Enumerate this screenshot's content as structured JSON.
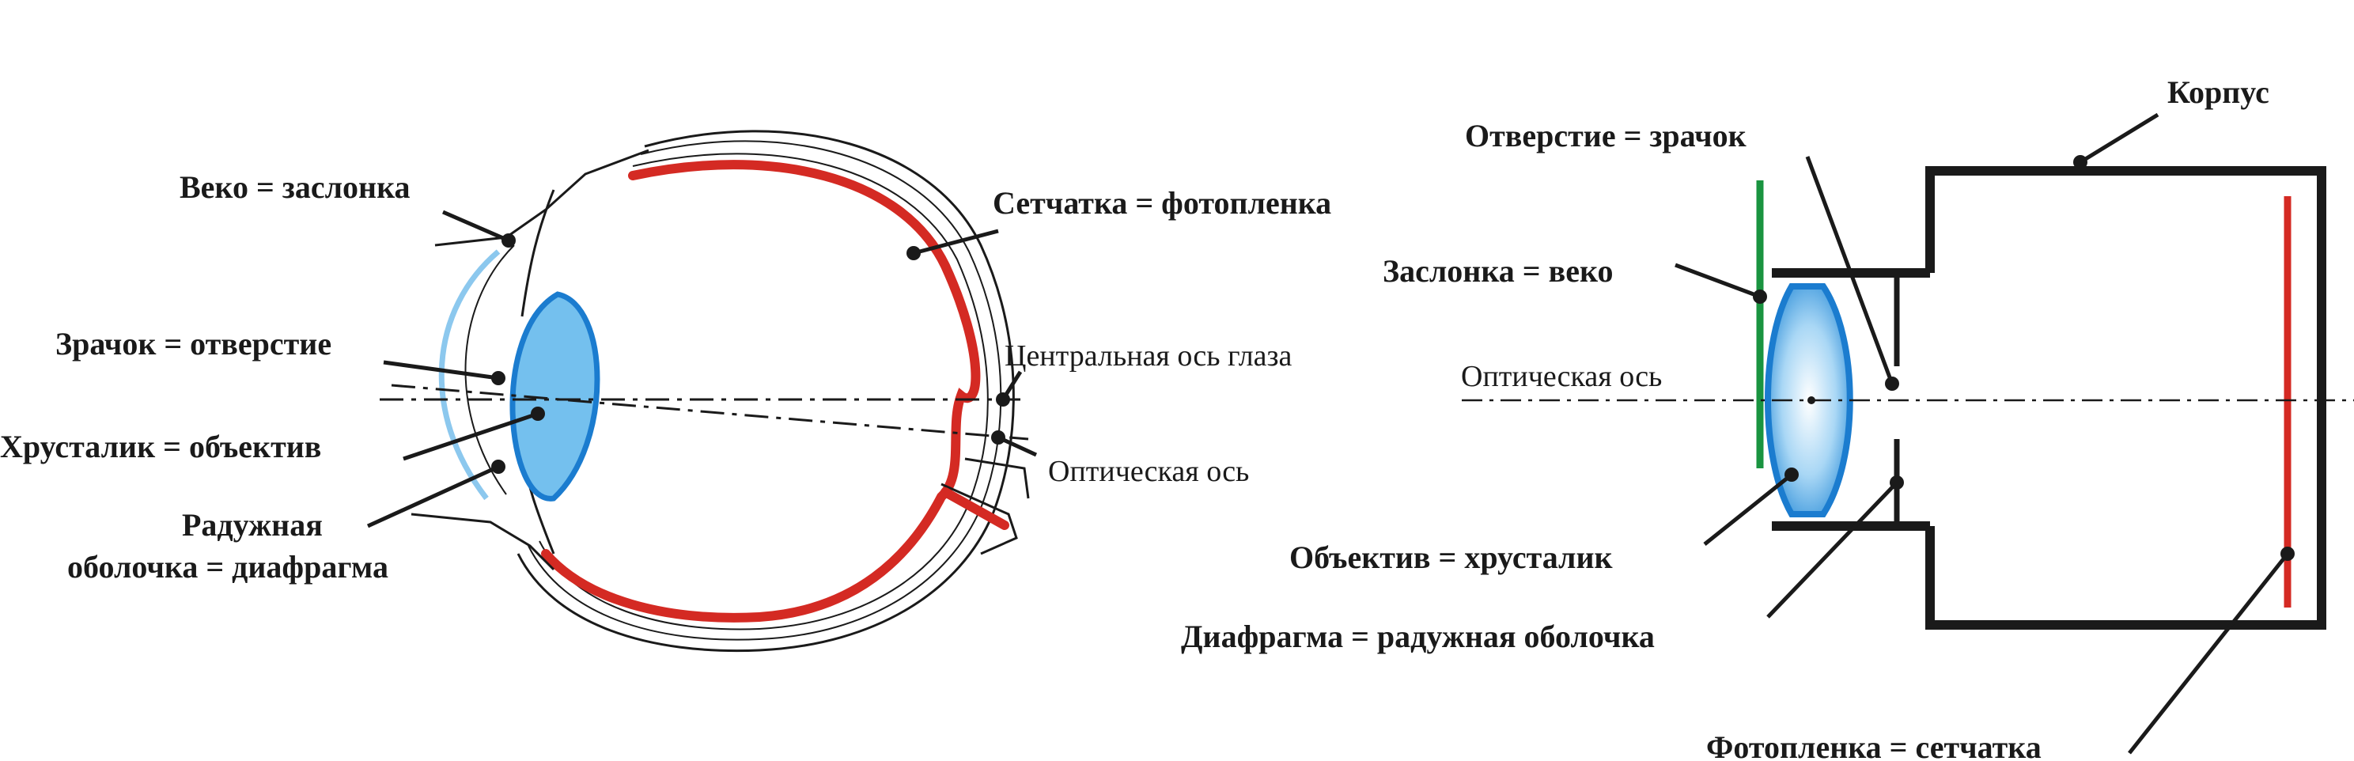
{
  "eye": {
    "labels": {
      "eyelid": "Веко = заслонка",
      "pupil": "Зрачок = отверстие",
      "lens": "Хрусталик = объектив",
      "iris_line1": "Радужная",
      "iris_line2": "оболочка = диафрагма",
      "retina": "Сетчатка = фотопленка",
      "central_axis": "Центральная ось глаза",
      "optical_axis": "Оптическая ось"
    }
  },
  "camera": {
    "labels": {
      "body": "Корпус",
      "aperture": "Отверстие = зрачок",
      "shutter": "Заслонка = веко",
      "optical_axis": "Оптическая ось",
      "objective": "Объектив = хрусталик",
      "diaphragm": "Диафрагма = радужная оболочка",
      "film": "Фотопленка = сетчатка"
    }
  },
  "colors": {
    "retina": "#d42a23",
    "lens_fill": "#74c0ee",
    "lens_stroke": "#1b7ccf",
    "cornea": "#8cc8ee",
    "shutter": "#1a9440",
    "outline": "#1a1a1a"
  }
}
